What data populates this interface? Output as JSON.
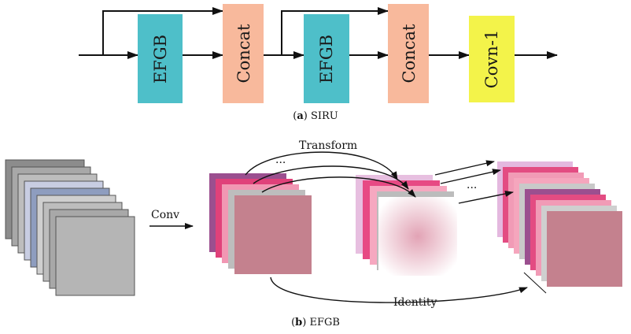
{
  "siru": {
    "blocks": [
      {
        "label": "EFGB",
        "color": "#4ebfc9"
      },
      {
        "label": "Concat",
        "color": "#f8b99c"
      },
      {
        "label": "EFGB",
        "color": "#4ebfc9"
      },
      {
        "label": "Concat",
        "color": "#f8b99c"
      },
      {
        "label": "Covn-1",
        "color": "#f3f34a"
      }
    ],
    "caption": {
      "letter": "a",
      "text": "SIRU"
    }
  },
  "efgb": {
    "labels": {
      "conv": "Conv",
      "transform": "Transform",
      "identity": "Identity",
      "ellipsis_top": "···",
      "ellipsis_right": "···"
    },
    "caption": {
      "letter": "b",
      "text": "EFGB"
    },
    "colors": {
      "input_stack": [
        "#8c8c8c",
        "#a8a8a8",
        "#bdbdbd",
        "#c8cde2",
        "#8e9dbf",
        "#cfcfcf",
        "#bdbdbd",
        "#a8a8a8",
        "#b5b5b5"
      ],
      "feature_stack": [
        "#9b4f8f",
        "#e0417a",
        "#f197b3",
        "#bdbdbd",
        "#c4818e"
      ],
      "transform_stack": [
        "#e7bfe0",
        "#e74a84",
        "#f6a8c0",
        "#bcbcbc"
      ],
      "output_stack": [
        "#e4b8df",
        "#e34c82",
        "#f19bb6",
        "#f5a6bd",
        "#c9c9c9",
        "#9b4f8f",
        "#e34c82",
        "#f19bb6",
        "#cfcfcf",
        "#c4818e"
      ],
      "glow_center": "#e2a3b5"
    }
  }
}
